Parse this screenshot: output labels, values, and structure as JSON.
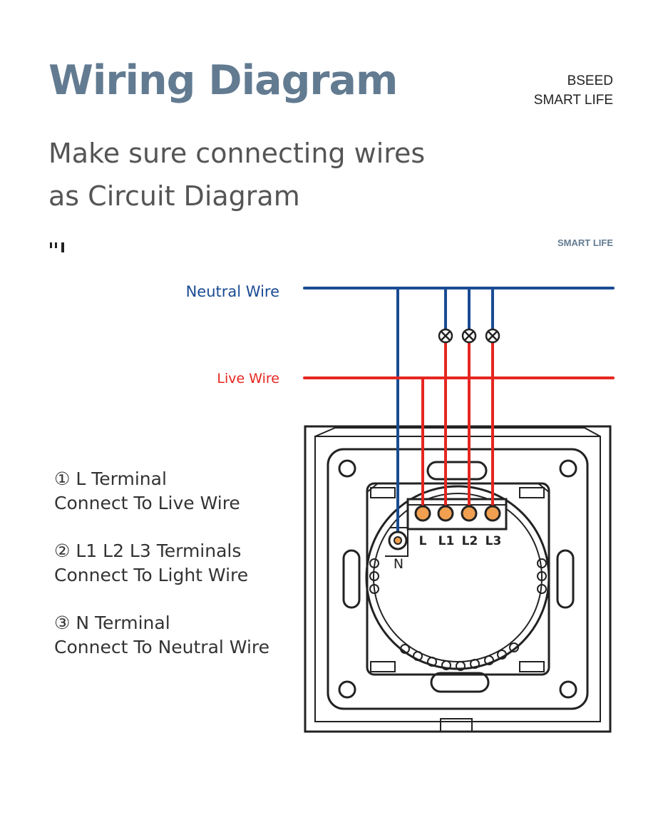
{
  "header": {
    "title": "Wiring Diagram",
    "brand_line1": "BSEED",
    "brand_line2": "SMART LIFE",
    "subtitle_line1": "Make sure connecting wires",
    "subtitle_line2": "as Circuit Diagram",
    "small_brand": "SMART LIFE"
  },
  "diagram": {
    "neutral_label": "Neutral Wire",
    "live_label": "Live Wire",
    "terminals": [
      "L",
      "L1",
      "L2",
      "L3"
    ],
    "n_label": "N",
    "colors": {
      "neutral": "#1a4b93",
      "live": "#e52620",
      "lamp_stroke": "#222222",
      "frame": "#222222",
      "terminal_fill": "#f0a050"
    }
  },
  "legend": [
    {
      "heading": "① L Terminal",
      "text": "Connect To Live Wire"
    },
    {
      "heading": "② L1 L2 L3 Terminals",
      "text": "Connect To Light Wire"
    },
    {
      "heading": "③ N Terminal",
      "text": "Connect To Neutral Wire"
    }
  ]
}
